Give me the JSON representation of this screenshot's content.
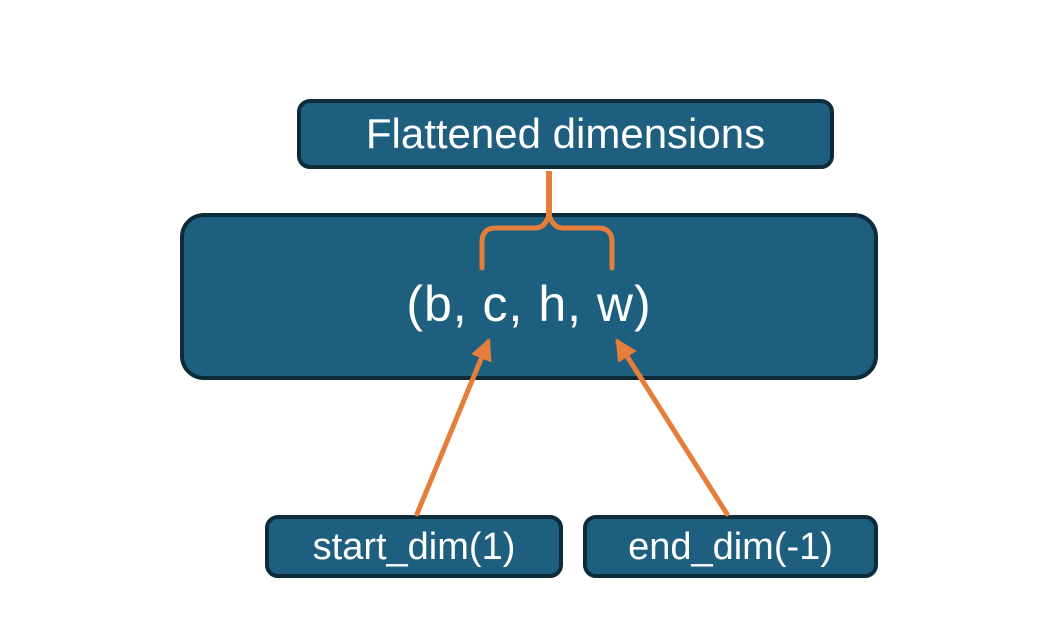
{
  "diagram": {
    "title_semantic": "tensor flatten dimensions diagram",
    "top_box": {
      "label": "Flattened dimensions"
    },
    "main_box": {
      "label": "(b, c, h, w)"
    },
    "start_dim_box": {
      "label": "start_dim(1)"
    },
    "end_dim_box": {
      "label": "end_dim(-1)"
    },
    "connectors": [
      {
        "name": "brace-stem",
        "from": "flattened-dimensions-box",
        "to": "dimension-brace"
      },
      {
        "name": "dimension-brace",
        "spans": "c through w dimensions"
      },
      {
        "name": "start-dim-arrow",
        "from": "start_dim(1)",
        "to": "dimension c"
      },
      {
        "name": "end-dim-arrow",
        "from": "end_dim(-1)",
        "to": "dimension w"
      }
    ]
  },
  "colors": {
    "box_fill": "#1E5F80",
    "box_border": "#0D2B39",
    "accent_orange": "#E67E3B",
    "text": "#FFFFFF",
    "background": "#FFFFFF"
  }
}
